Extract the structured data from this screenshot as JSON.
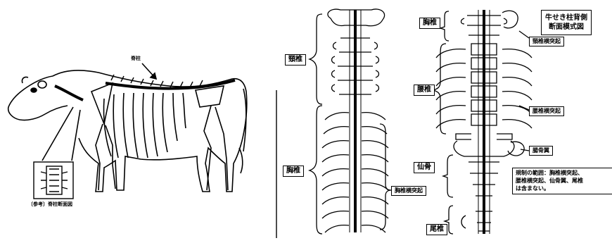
{
  "labels": {
    "spinal_column": "脊柱",
    "reference": "〔参考〕脊柱断面図",
    "cervical": "頸椎",
    "thoracic_left": "胸椎",
    "thoracic_transverse": "胸椎横突起",
    "thoracic_right": "胸椎",
    "cervical_transverse": "頸椎横突起",
    "lumbar": "腰椎",
    "lumbar_transverse": "腰椎横突起",
    "sacrum": "仙骨",
    "ilium": "腸骨翼",
    "caudal": "尾椎"
  },
  "title": {
    "line1": "牛せき柱背側",
    "line2": "断面模式図"
  },
  "note": {
    "line1": "規制の範囲：胸椎横突起、",
    "line2": "腰椎横突起、仙骨翼、尾椎",
    "line3": "は含まない。"
  }
}
